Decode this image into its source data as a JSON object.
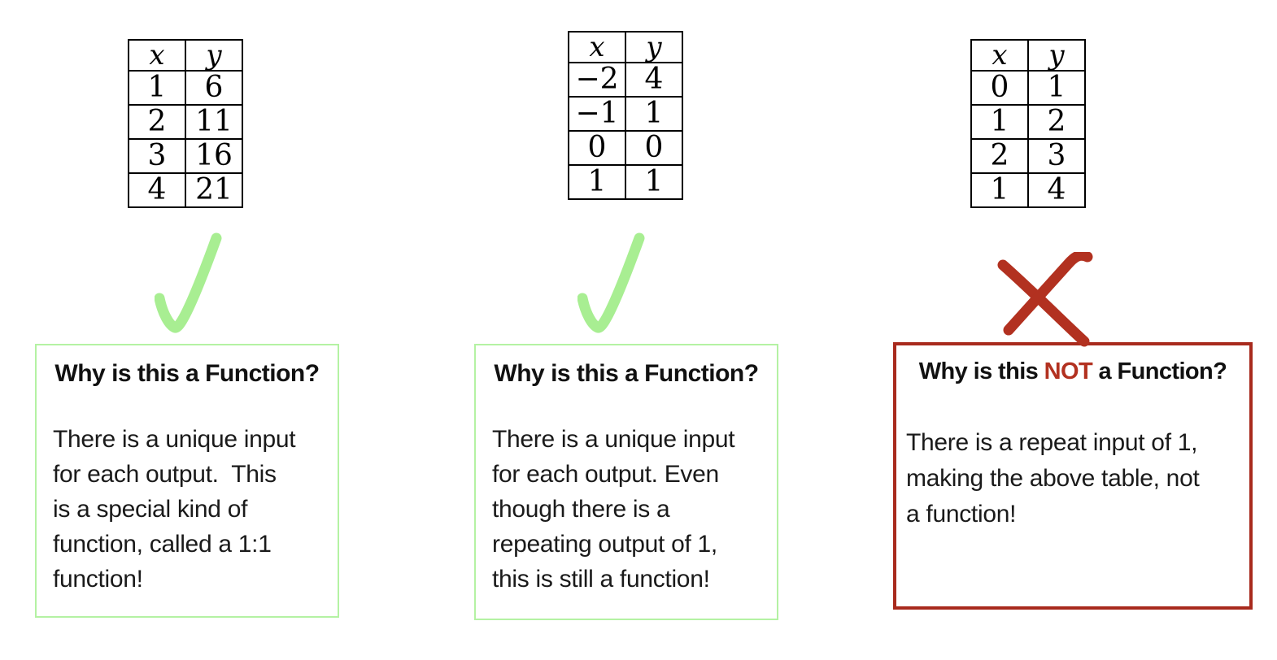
{
  "colors": {
    "check_green": "#A8EE92",
    "green_box_border": "#B4F2A3",
    "x_red": "#B23120",
    "red_box_border": "#A82A1D",
    "not_red": "#B23120",
    "table_line": "#000000",
    "text": "#1A1A1A"
  },
  "columns": [
    {
      "table": {
        "col_headers": [
          "x",
          "y"
        ],
        "rows": [
          [
            "1",
            "6"
          ],
          [
            "2",
            "11"
          ],
          [
            "3",
            "16"
          ],
          [
            "4",
            "21"
          ]
        ]
      },
      "mark": "checkmark",
      "box": {
        "title": "Why is this a Function?",
        "body": "There is a unique input\nfor each output.  This\nis a special kind of\nfunction, called a 1:1\nfunction!"
      }
    },
    {
      "table": {
        "col_headers": [
          "x",
          "y"
        ],
        "rows": [
          [
            "−2",
            "4"
          ],
          [
            "−1",
            "1"
          ],
          [
            "0",
            "0"
          ],
          [
            "1",
            "1"
          ]
        ]
      },
      "mark": "checkmark",
      "box": {
        "title": "Why is this a Function?",
        "body": "There is a unique input\nfor each output. Even\nthough there is a\nrepeating output of 1,\nthis is still a function!"
      }
    },
    {
      "table": {
        "col_headers": [
          "x",
          "y"
        ],
        "rows": [
          [
            "0",
            "1"
          ],
          [
            "1",
            "2"
          ],
          [
            "2",
            "3"
          ],
          [
            "1",
            "4"
          ]
        ]
      },
      "mark": "x-mark",
      "box": {
        "title_prefix": "Why is this ",
        "title_emphasis": "NOT",
        "title_suffix": " a Function?",
        "body": "There is a repeat input of 1,\nmaking the above table, not\na function!"
      }
    }
  ]
}
